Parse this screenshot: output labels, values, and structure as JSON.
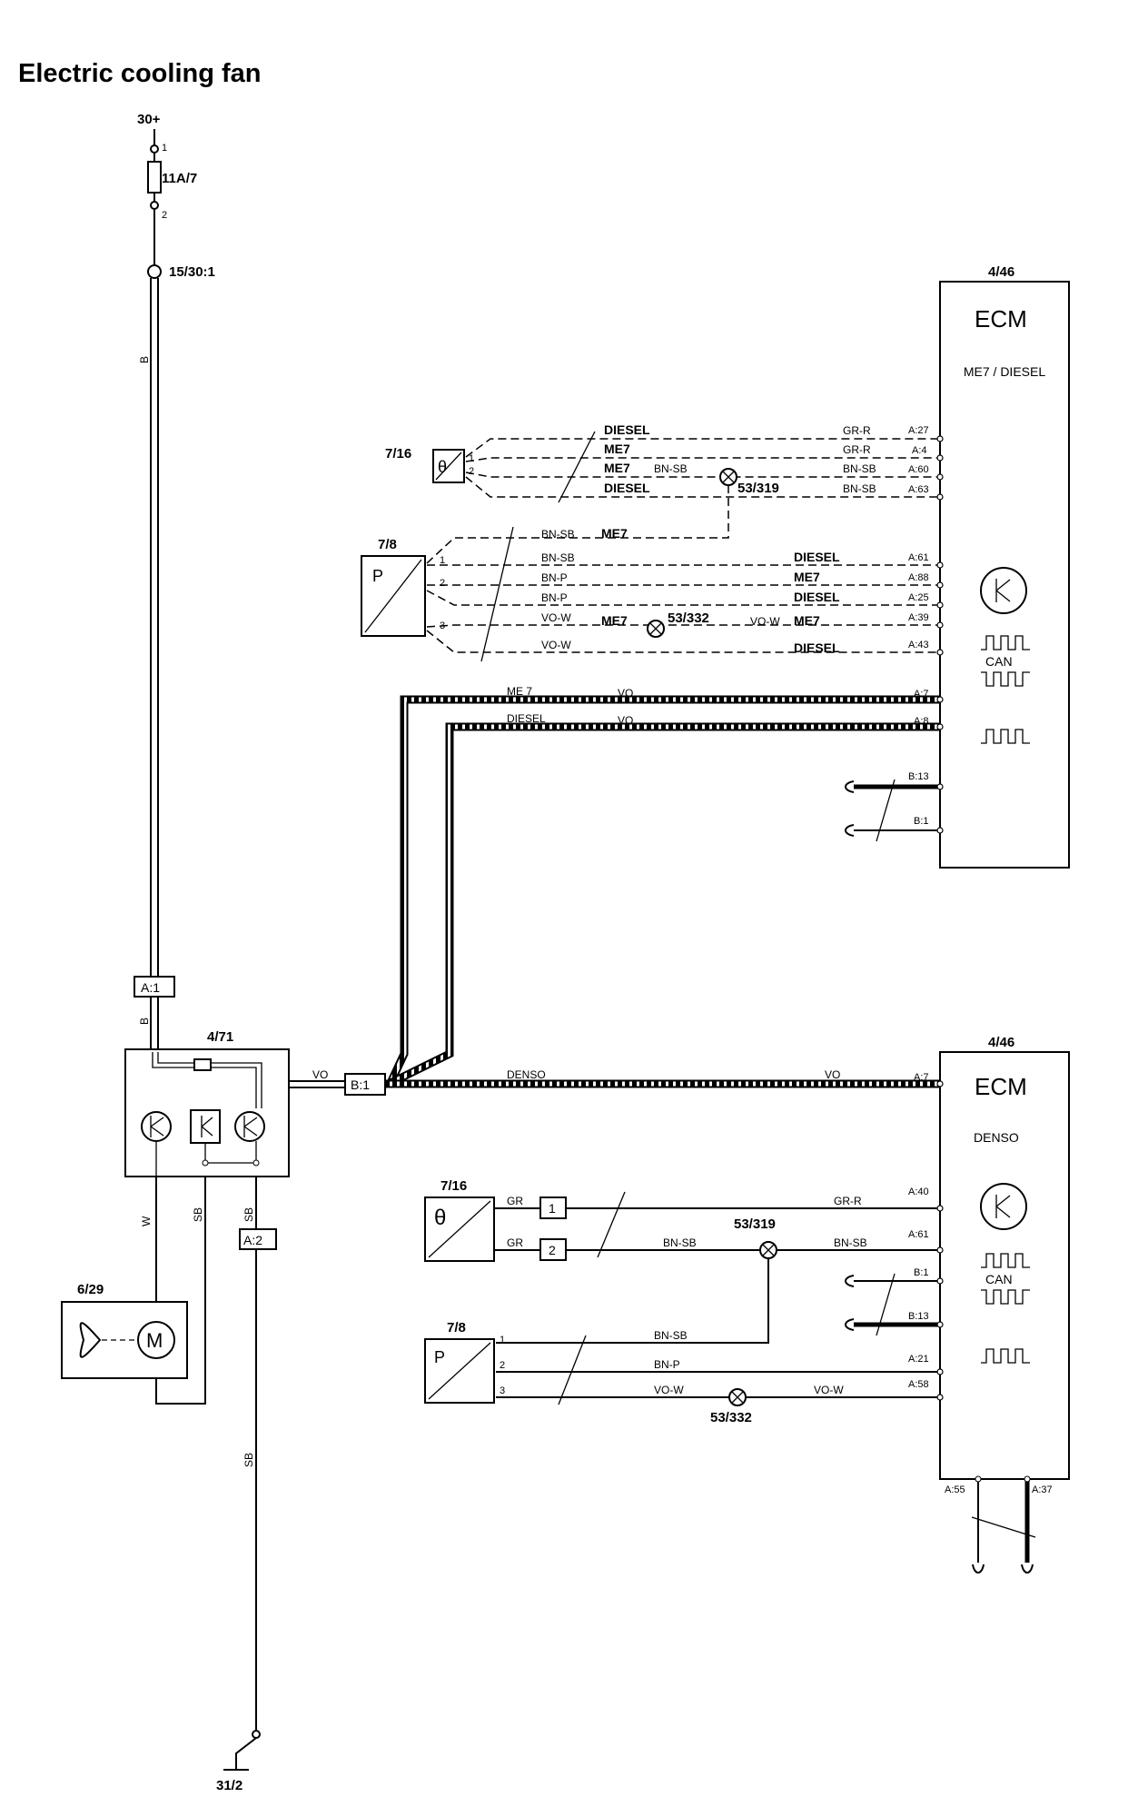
{
  "title": "Electric cooling fan",
  "supply": {
    "label": "30+",
    "pin1": "1",
    "pin2": "2",
    "fuse": "11A/7",
    "junction": "15/30:1",
    "wire": "B"
  },
  "ground": "31/2",
  "connectors": {
    "a1": "A:1",
    "a2": "A:2",
    "b1": "B:1"
  },
  "relay_module": {
    "ref": "4/71"
  },
  "fan": {
    "ref": "6/29",
    "motor_symbol": "M"
  },
  "wires": {
    "b": "B",
    "w": "W",
    "sb": "SB",
    "vo": "VO"
  },
  "ecm_top": {
    "ref": "4/46",
    "title": "ECM",
    "sub": "ME7 / DIESEL",
    "can": "CAN",
    "pins": [
      "A:27",
      "A:4",
      "A:60",
      "A:63",
      "A:61",
      "A:88",
      "A:25",
      "A:39",
      "A:43",
      "A:7",
      "A:8",
      "B:13",
      "B:1"
    ]
  },
  "sensor_top": {
    "ref": "7/16",
    "symbol": "θ",
    "pins": [
      "1",
      "2"
    ],
    "labels": [
      "DIESEL",
      "ME7",
      "ME7",
      "DIESEL"
    ],
    "wire_ecm": [
      "GR-R",
      "GR-R",
      "BN-SB",
      "BN-SB"
    ],
    "wire_mid": "BN-SB",
    "splice": "53/319"
  },
  "pressure_top": {
    "ref": "7/8",
    "symbol": "P",
    "pins": [
      "1",
      "2",
      "3"
    ],
    "wires": [
      "BN-SB",
      "BN-SB",
      "BN-P",
      "BN-P",
      "VO-W",
      "VO-W"
    ],
    "lbl_row0": "ME7",
    "lbl_right": [
      "DIESEL",
      "ME7",
      "DIESEL",
      "ME7",
      "DIESEL"
    ],
    "lbl_mid_me7": "ME7",
    "splice": "53/332",
    "vo_w_mid": "VO-W"
  },
  "can_top": {
    "me7": "ME 7",
    "diesel": "DIESEL",
    "vo": "VO"
  },
  "ecm_bottom": {
    "ref": "4/46",
    "title": "ECM",
    "sub": "DENSO",
    "can": "CAN",
    "pins": [
      "A:7",
      "A:40",
      "A:61",
      "B:1",
      "B:13",
      "A:21",
      "A:58",
      "A:55",
      "A:37"
    ]
  },
  "denso_line": {
    "label": "DENSO",
    "vo": "VO"
  },
  "sensor_bottom": {
    "ref": "7/16",
    "symbol": "θ",
    "pins": [
      "1",
      "2"
    ],
    "wires": [
      "GR",
      "GR",
      "GR-R",
      "BN-SB",
      "BN-SB"
    ],
    "splice": "53/319"
  },
  "pressure_bottom": {
    "ref": "7/8",
    "symbol": "P",
    "pins": [
      "1",
      "2",
      "3"
    ],
    "wires": [
      "BN-SB",
      "BN-P",
      "VO-W",
      "VO-W"
    ],
    "splice": "53/332"
  }
}
